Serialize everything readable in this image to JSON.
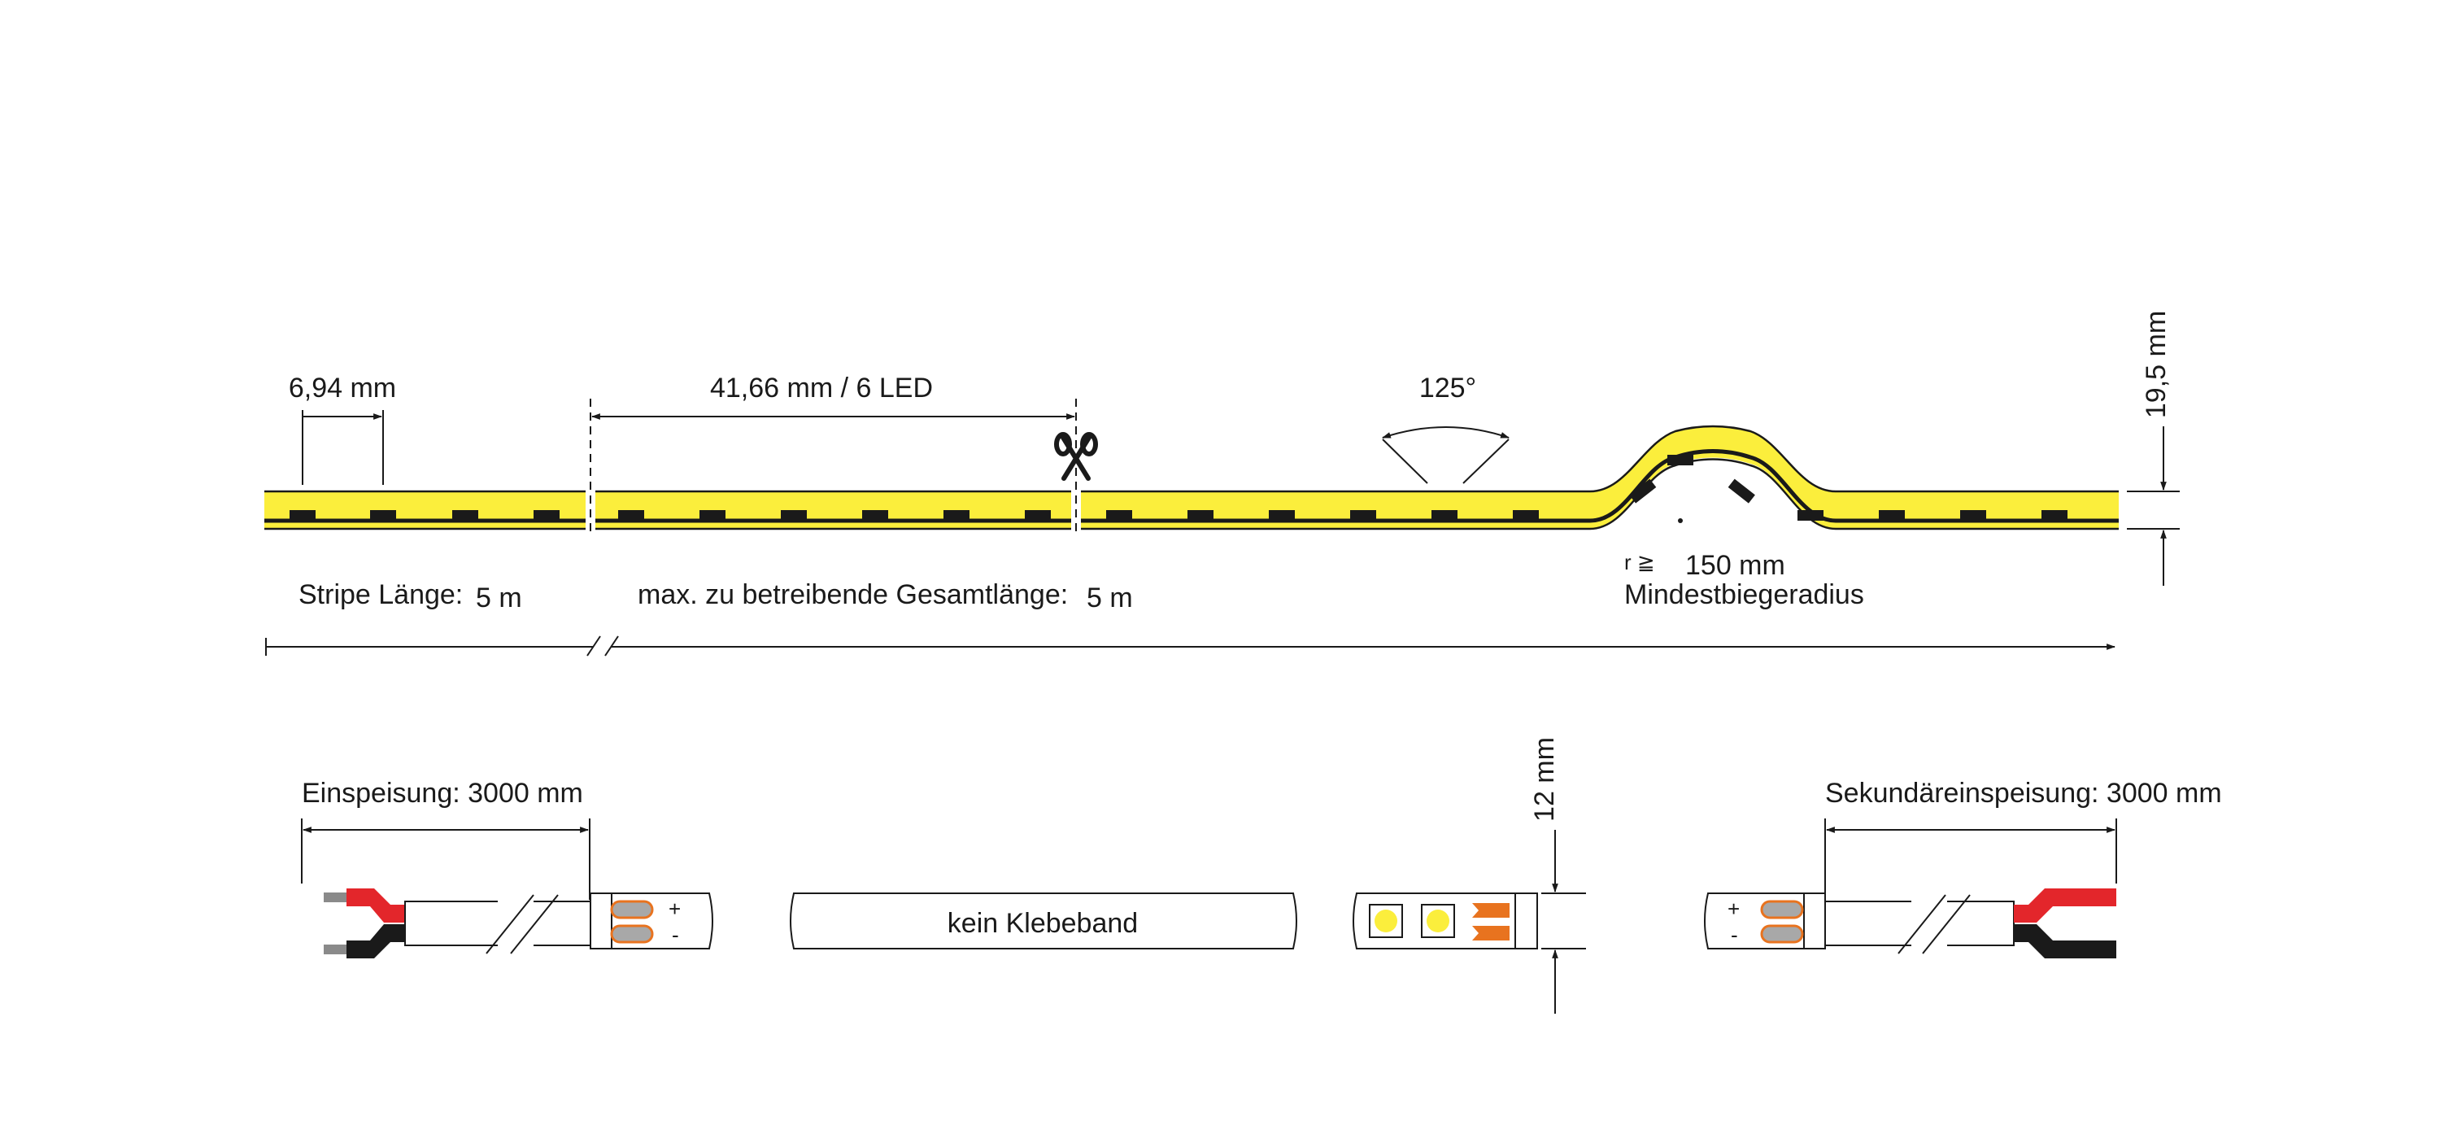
{
  "top_strip": {
    "led_pitch": "6,94 mm",
    "cut_segment": "41,66 mm / 6 LED",
    "beam_angle": "125°",
    "height": "19,5 mm",
    "radius_symbol": "r ≧",
    "radius_value": "150 mm",
    "radius_caption": "Mindestbiegeradius",
    "stripe_length_label": "Stripe Länge:",
    "stripe_length_value": "5 m",
    "max_length_label": "max. zu betreibende Gesamtlänge:",
    "max_length_value": "5 m"
  },
  "bottom_row": {
    "feed_label": "Einspeisung: 3000 mm",
    "plus": "+",
    "minus": "-",
    "no_adhesive": "kein Klebeband",
    "width_label": "12 mm",
    "secondary_feed_label": "Sekundäreinspeisung: 3000 mm"
  },
  "colors": {
    "led_yellow": "#fbee3c",
    "outline": "#1a1a1a",
    "wire_red": "#e3262b",
    "wire_black": "#1a1a1a",
    "pad_orange": "#e8731f",
    "contact_grey": "#a8a8a8",
    "wire_core": "#8a8a8a"
  }
}
